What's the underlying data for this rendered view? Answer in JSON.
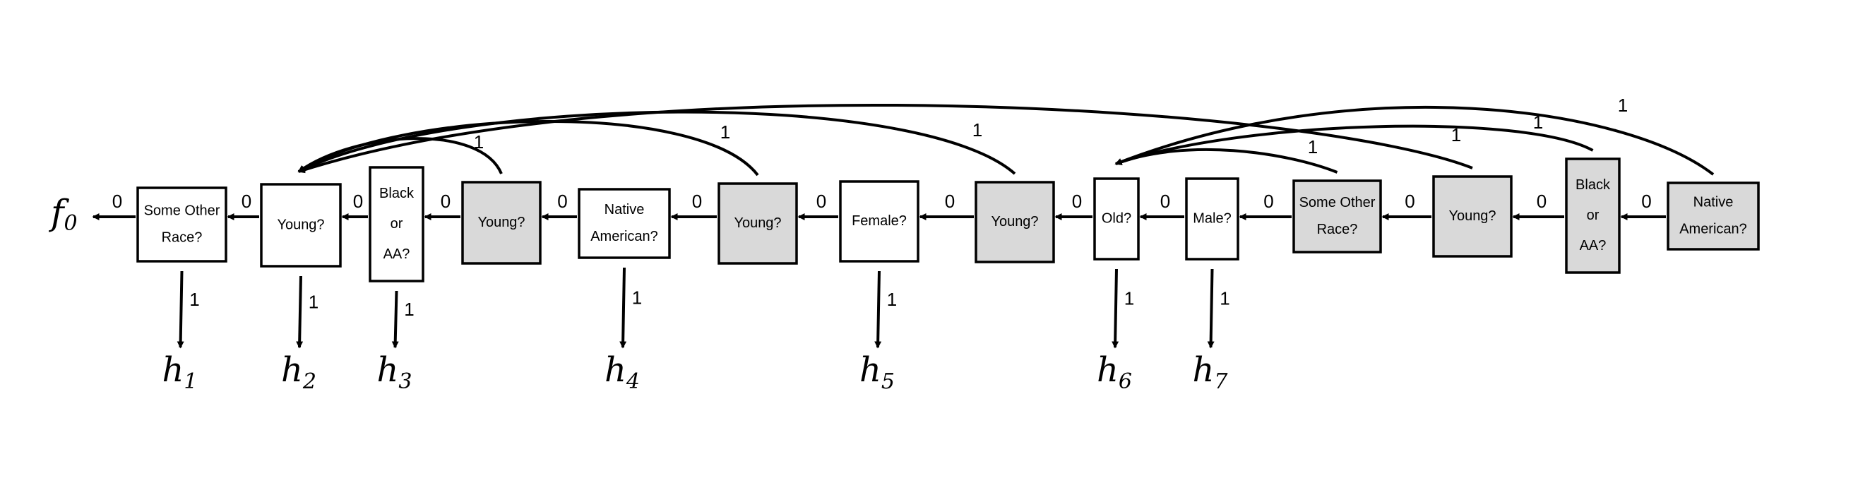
{
  "colors": {
    "shaded": "#d9d9d9",
    "white": "#ffffff",
    "stroke": "#000000"
  },
  "start": {
    "base": "f",
    "sub": "0"
  },
  "labels": {
    "zero": "0",
    "one": "1"
  },
  "nodes": [
    {
      "id": "some-other-race-1",
      "lines": [
        "Some Other",
        "Race?"
      ],
      "shaded": false
    },
    {
      "id": "young-1",
      "lines": [
        "Young?"
      ],
      "shaded": false
    },
    {
      "id": "black-or-aa-1",
      "lines": [
        "Black",
        "or",
        "AA?"
      ],
      "shaded": false
    },
    {
      "id": "young-2",
      "lines": [
        "Young?"
      ],
      "shaded": true
    },
    {
      "id": "native-american-1",
      "lines": [
        "Native",
        "American?"
      ],
      "shaded": false
    },
    {
      "id": "young-3",
      "lines": [
        "Young?"
      ],
      "shaded": true
    },
    {
      "id": "female",
      "lines": [
        "Female?"
      ],
      "shaded": false
    },
    {
      "id": "young-4",
      "lines": [
        "Young?"
      ],
      "shaded": true
    },
    {
      "id": "old",
      "lines": [
        "Old?"
      ],
      "shaded": false
    },
    {
      "id": "male",
      "lines": [
        "Male?"
      ],
      "shaded": false
    },
    {
      "id": "some-other-race-2",
      "lines": [
        "Some Other",
        "Race?"
      ],
      "shaded": true
    },
    {
      "id": "young-5",
      "lines": [
        "Young?"
      ],
      "shaded": true
    },
    {
      "id": "black-or-aa-2",
      "lines": [
        "Black",
        "or",
        "AA?"
      ],
      "shaded": true
    },
    {
      "id": "native-american-2",
      "lines": [
        "Native",
        "American?"
      ],
      "shaded": true
    }
  ],
  "outputs": [
    {
      "from": "some-other-race-1",
      "base": "h",
      "sub": "1"
    },
    {
      "from": "young-1",
      "base": "h",
      "sub": "2"
    },
    {
      "from": "black-or-aa-1",
      "base": "h",
      "sub": "3"
    },
    {
      "from": "native-american-1",
      "base": "h",
      "sub": "4"
    },
    {
      "from": "female",
      "base": "h",
      "sub": "5"
    },
    {
      "from": "old",
      "base": "h",
      "sub": "6"
    },
    {
      "from": "male",
      "base": "h",
      "sub": "7"
    }
  ],
  "jumps": [
    {
      "from": "young-2",
      "to": "young-1"
    },
    {
      "from": "young-3",
      "to": "young-1"
    },
    {
      "from": "young-4",
      "to": "young-1"
    },
    {
      "from": "young-5",
      "to": "young-1"
    },
    {
      "from": "some-other-race-2",
      "to": "old"
    },
    {
      "from": "black-or-aa-2",
      "to": "old"
    },
    {
      "from": "native-american-2",
      "to": "old"
    }
  ]
}
